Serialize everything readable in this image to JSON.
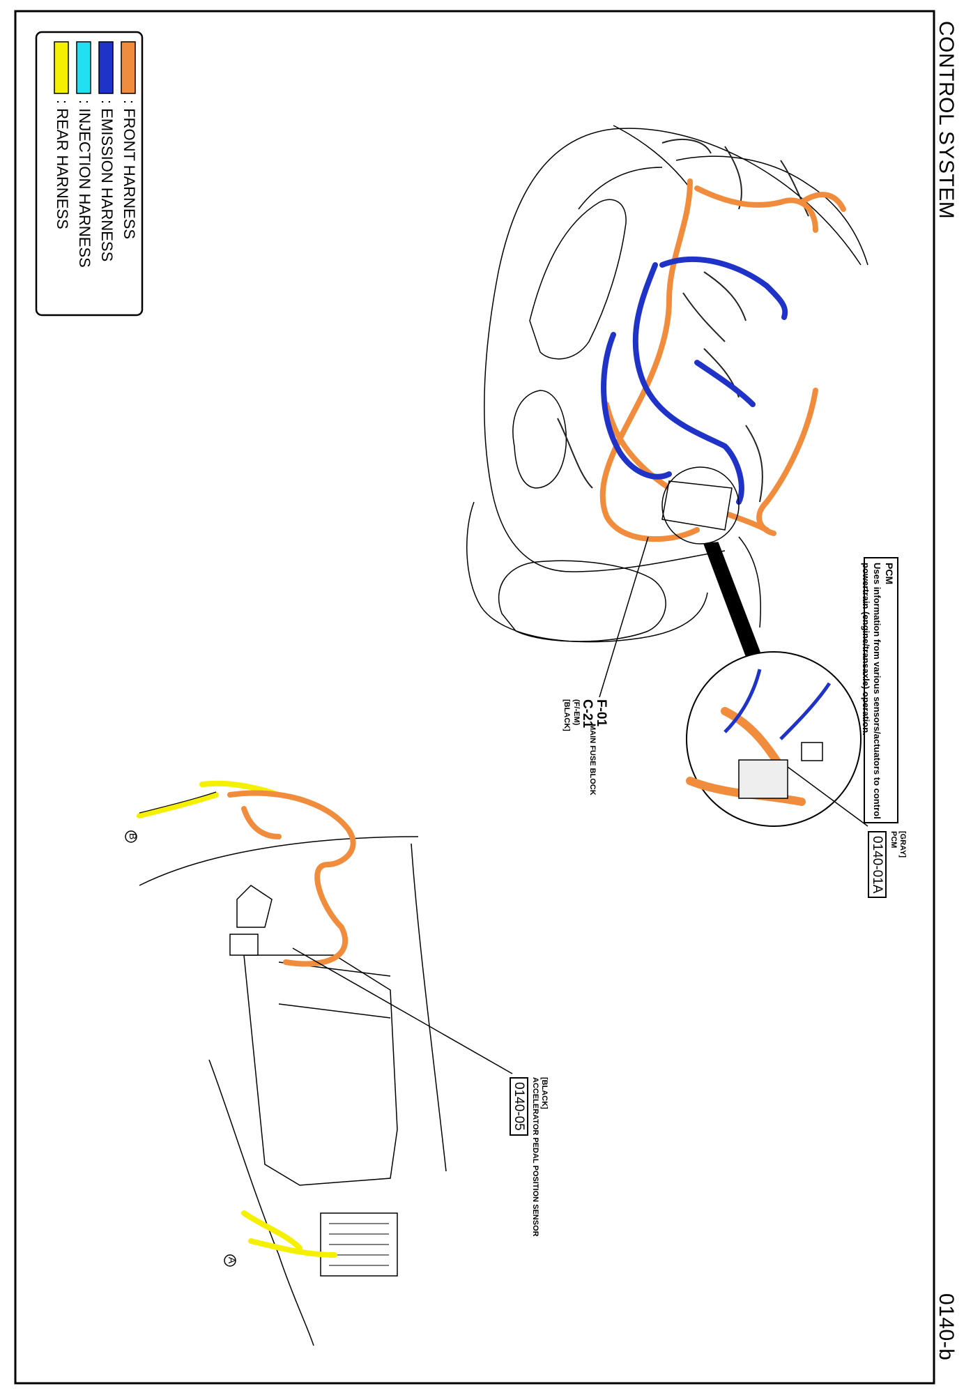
{
  "page": {
    "title": "CONTROL SYSTEM",
    "page_code": "0140-b"
  },
  "legend": [
    {
      "label": ": FRONT HARNESS",
      "color": "#f08c3c"
    },
    {
      "label": ": EMISSION HARNESS",
      "color": "#1f33c8"
    },
    {
      "label": ": INJECTION HARNESS",
      "color": "#22e0f0"
    },
    {
      "label": ": REAR HARNESS",
      "color": "#f5f000"
    }
  ],
  "callouts": {
    "pcm": {
      "title": "PCM",
      "description": "Uses information from various sensors/actuators to control powertrain (engine/transaxle) operation.",
      "color_note": "[GRAY]",
      "name": "PCM",
      "code": "0140-01A"
    },
    "fuse_block": {
      "code": "F-01",
      "name": "MAIN FUSE BLOCK",
      "connector": "C-21",
      "connector_note": "(F/-EM)",
      "color_note": "[BLACK]"
    },
    "accelerator": {
      "color_note": "[BLACK]",
      "name": "ACCELERATOR PEDAL POSITION SENSOR",
      "code": "0140-05"
    }
  },
  "markers": {
    "a": "A",
    "b": "B"
  }
}
